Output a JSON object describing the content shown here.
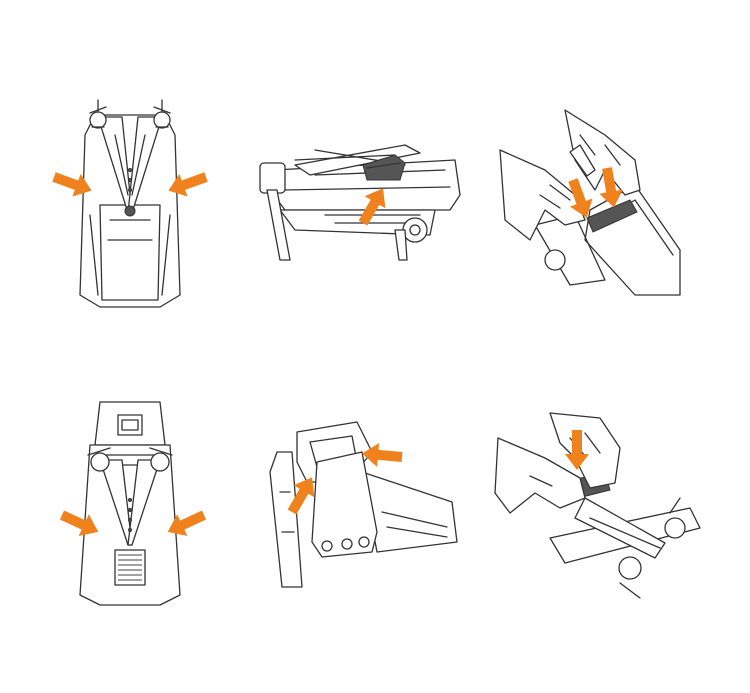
{
  "diagram": {
    "colors": {
      "line": "#333333",
      "arrow": "#f0821e",
      "background": "#ffffff"
    },
    "panels": [
      {
        "id": "top-folded-drone-front",
        "arrows": 2
      },
      {
        "id": "top-side-clip-attach",
        "arrows": 1
      },
      {
        "id": "top-hands-pressing-clip",
        "arrows": 2
      },
      {
        "id": "bottom-folded-drone-rear",
        "arrows": 2
      },
      {
        "id": "bottom-gimbal-cover-attach",
        "arrows": 2
      },
      {
        "id": "bottom-hand-pressing-clip",
        "arrows": 1
      }
    ]
  }
}
